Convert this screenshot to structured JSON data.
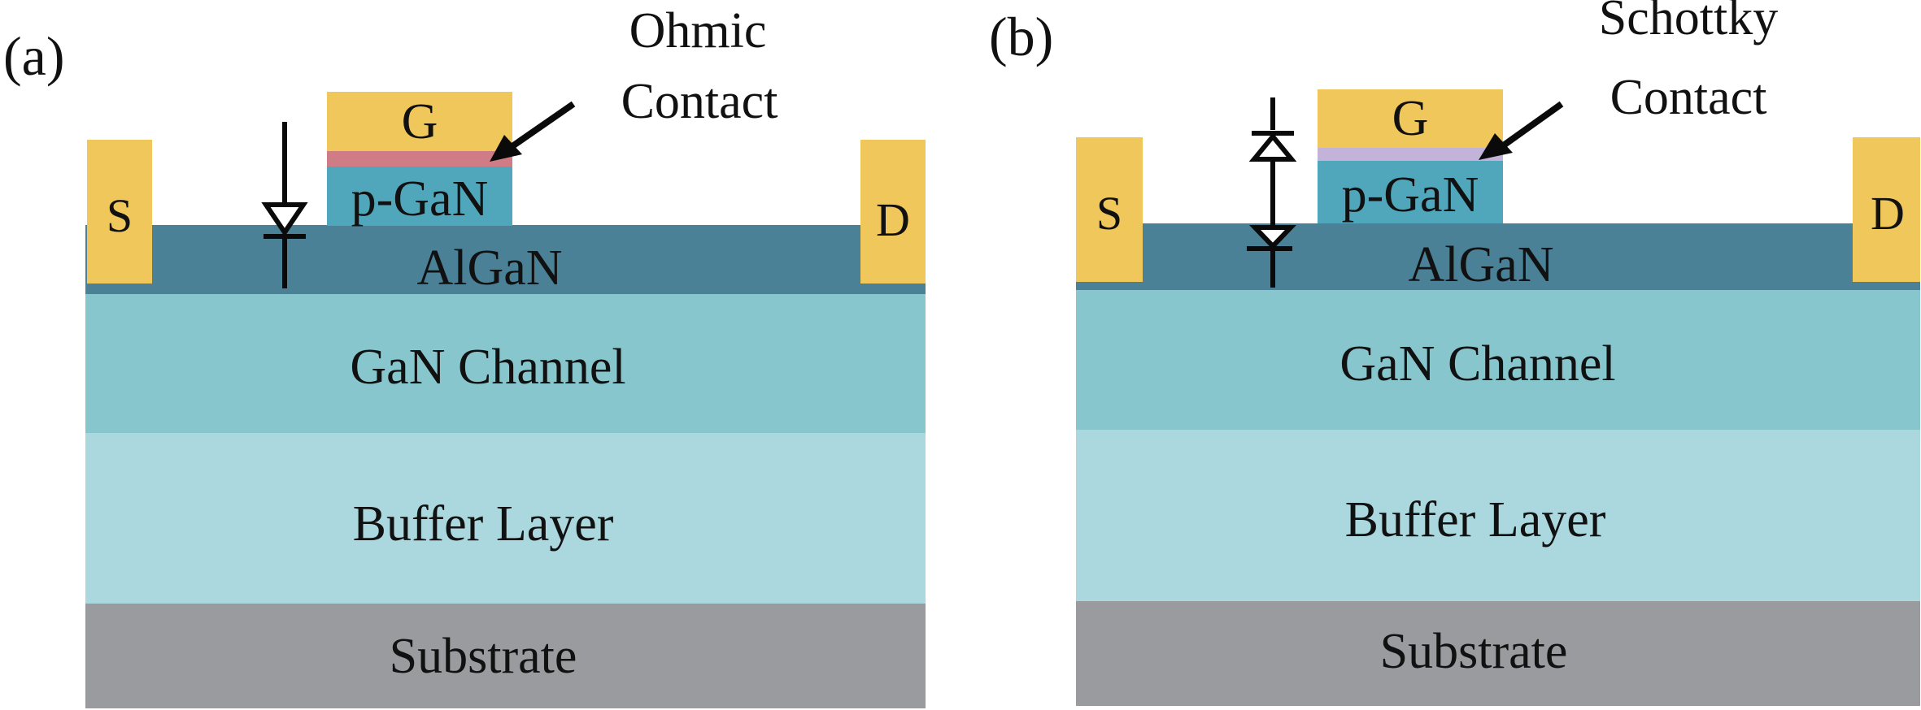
{
  "figure": {
    "colors": {
      "metal": "#F0C75A",
      "ohmic_layer": "#CF7C86",
      "schottky_layer": "#C4B3D8",
      "p_gan": "#50A7BB",
      "algan": "#4A8196",
      "gan_channel": "#88C6CE",
      "buffer": "#AAD8DE",
      "substrate": "#9A9B9F",
      "ink": "#0A0A0A"
    },
    "panels": [
      {
        "id": "a",
        "panel_label": "(a)",
        "source_label": "S",
        "drain_label": "D",
        "gate_label": "G",
        "p_gan_label": "p-GaN",
        "algan_label": "AlGaN",
        "channel_label": "GaN Channel",
        "buffer_label": "Buffer Layer",
        "substrate_label": "Substrate",
        "contact_label_line1": "Ohmic",
        "contact_label_line2": "Contact",
        "contact_type": "ohmic",
        "diode_config": "single diode (p-GaN/AlGaN junction)"
      },
      {
        "id": "b",
        "panel_label": "(b)",
        "source_label": "S",
        "drain_label": "D",
        "gate_label": "G",
        "p_gan_label": "p-GaN",
        "algan_label": "AlGaN",
        "channel_label": "GaN Channel",
        "buffer_label": "Buffer Layer",
        "substrate_label": "Substrate",
        "contact_label_line1": "Schottky",
        "contact_label_line2": "Contact",
        "contact_type": "schottky",
        "diode_config": "back-to-back diodes (Schottky + p-GaN/AlGaN junction)"
      }
    ]
  }
}
